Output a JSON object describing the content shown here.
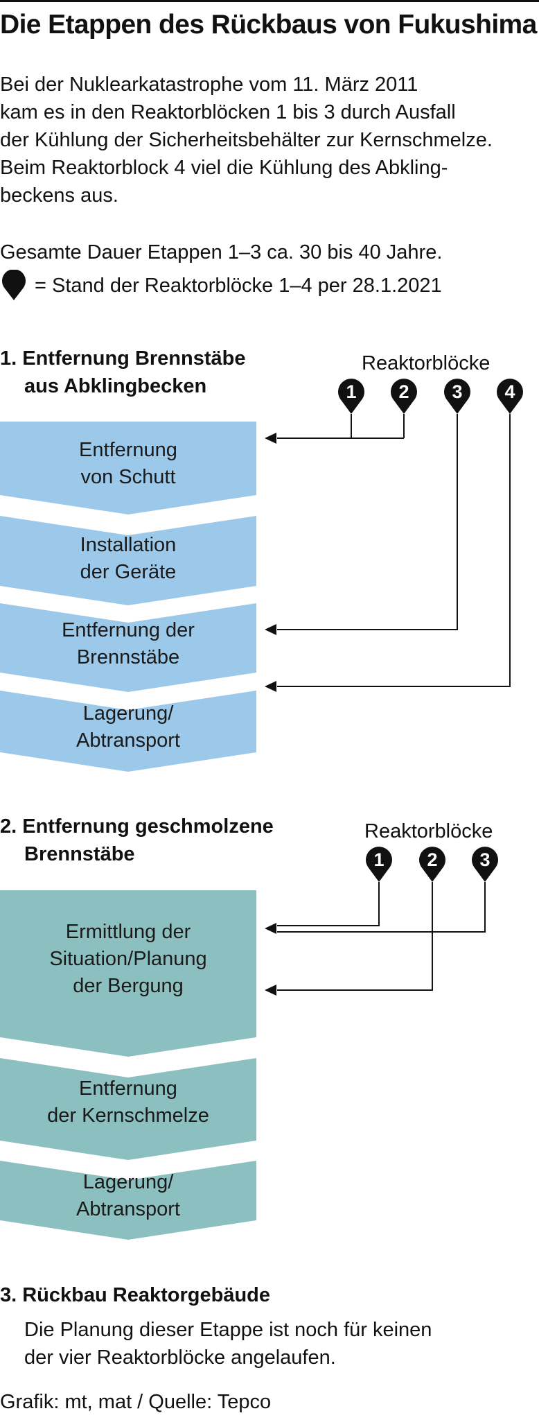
{
  "title": "Die Etappen des Rückbaus von Fukushima",
  "intro_lines": [
    "Bei der Nuklearkatastrophe vom 11. März 2011",
    "kam es in den Reaktorblöcken 1 bis 3 durch Ausfall",
    "der Kühlung der Sicherheitsbehälter zur Kernschmelze.",
    "Beim Reaktorblock 4 viel die Kühlung des Abkling-",
    "beckens aus."
  ],
  "duration": "Gesamte Dauer Etappen 1–3 ca. 30 bis 40 Jahre.",
  "legend": {
    "marker_icon": "map-pin",
    "text": "= Stand der Reaktorblöcke 1–4 per 28.1.2021"
  },
  "colors": {
    "stage1_fill": "#9cc8e9",
    "stage2_fill": "#8cc0c0",
    "marker": "#111111",
    "text": "#111111"
  },
  "stage1": {
    "title_lines": [
      "1. Entfernung Brennstäbe",
      "aus Abklingbecken"
    ],
    "reactor_label": "Reaktorblöcke",
    "markers": [
      "1",
      "2",
      "3",
      "4"
    ],
    "steps": [
      {
        "lines": [
          "Entfernung",
          "von Schutt"
        ]
      },
      {
        "lines": [
          "Installation",
          "der Geräte"
        ]
      },
      {
        "lines": [
          "Entfernung der",
          "Brennstäbe"
        ]
      },
      {
        "lines": [
          "Lagerung/",
          "Abtransport"
        ]
      }
    ],
    "status": [
      {
        "reactors": [
          "1",
          "2"
        ],
        "step_index": 0
      },
      {
        "reactors": [
          "3"
        ],
        "step_index": 2
      },
      {
        "reactors": [
          "4"
        ],
        "step_index": 3
      }
    ]
  },
  "stage2": {
    "title_lines": [
      "2. Entfernung geschmolzene",
      "Brennstäbe"
    ],
    "reactor_label": "Reaktorblöcke",
    "markers": [
      "1",
      "2",
      "3"
    ],
    "steps": [
      {
        "lines": [
          "Ermittlung der",
          "Situation/Planung",
          "der Bergung"
        ]
      },
      {
        "lines": [
          "Entfernung",
          "der Kernschmelze"
        ]
      },
      {
        "lines": [
          "Lagerung/",
          "Abtransport"
        ]
      }
    ],
    "status": [
      {
        "reactors": [
          "1",
          "3"
        ],
        "step_index": 0
      },
      {
        "reactors": [
          "2"
        ],
        "step_index": 0
      }
    ]
  },
  "stage3": {
    "title": "3. Rückbau Reaktorgebäude",
    "note_lines": [
      "Die Planung dieser Etappe ist noch für keinen",
      "der vier Reaktorblöcke angelaufen."
    ]
  },
  "source": "Grafik: mt, mat / Quelle: Tepco"
}
